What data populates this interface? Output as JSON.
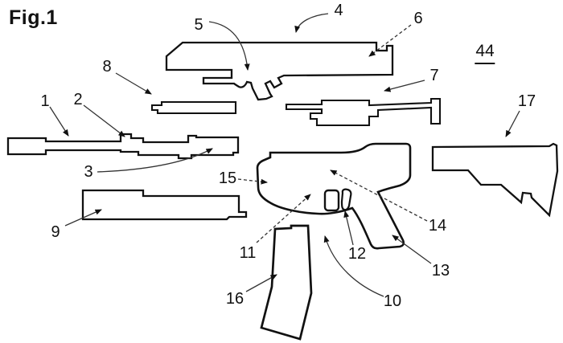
{
  "figure": {
    "title": "Fig.1",
    "assembly_reference": "44",
    "type": "exploded-parts-patent-drawing",
    "ink_color": "#111111",
    "background_color": "#ffffff"
  },
  "labels": {
    "l1": "1",
    "l2": "2",
    "l3": "3",
    "l4": "4",
    "l5": "5",
    "l6": "6",
    "l7": "7",
    "l8": "8",
    "l9": "9",
    "l10": "10",
    "l11": "11",
    "l12": "12",
    "l13": "13",
    "l14": "14",
    "l15": "15",
    "l16": "16",
    "l17": "17"
  }
}
